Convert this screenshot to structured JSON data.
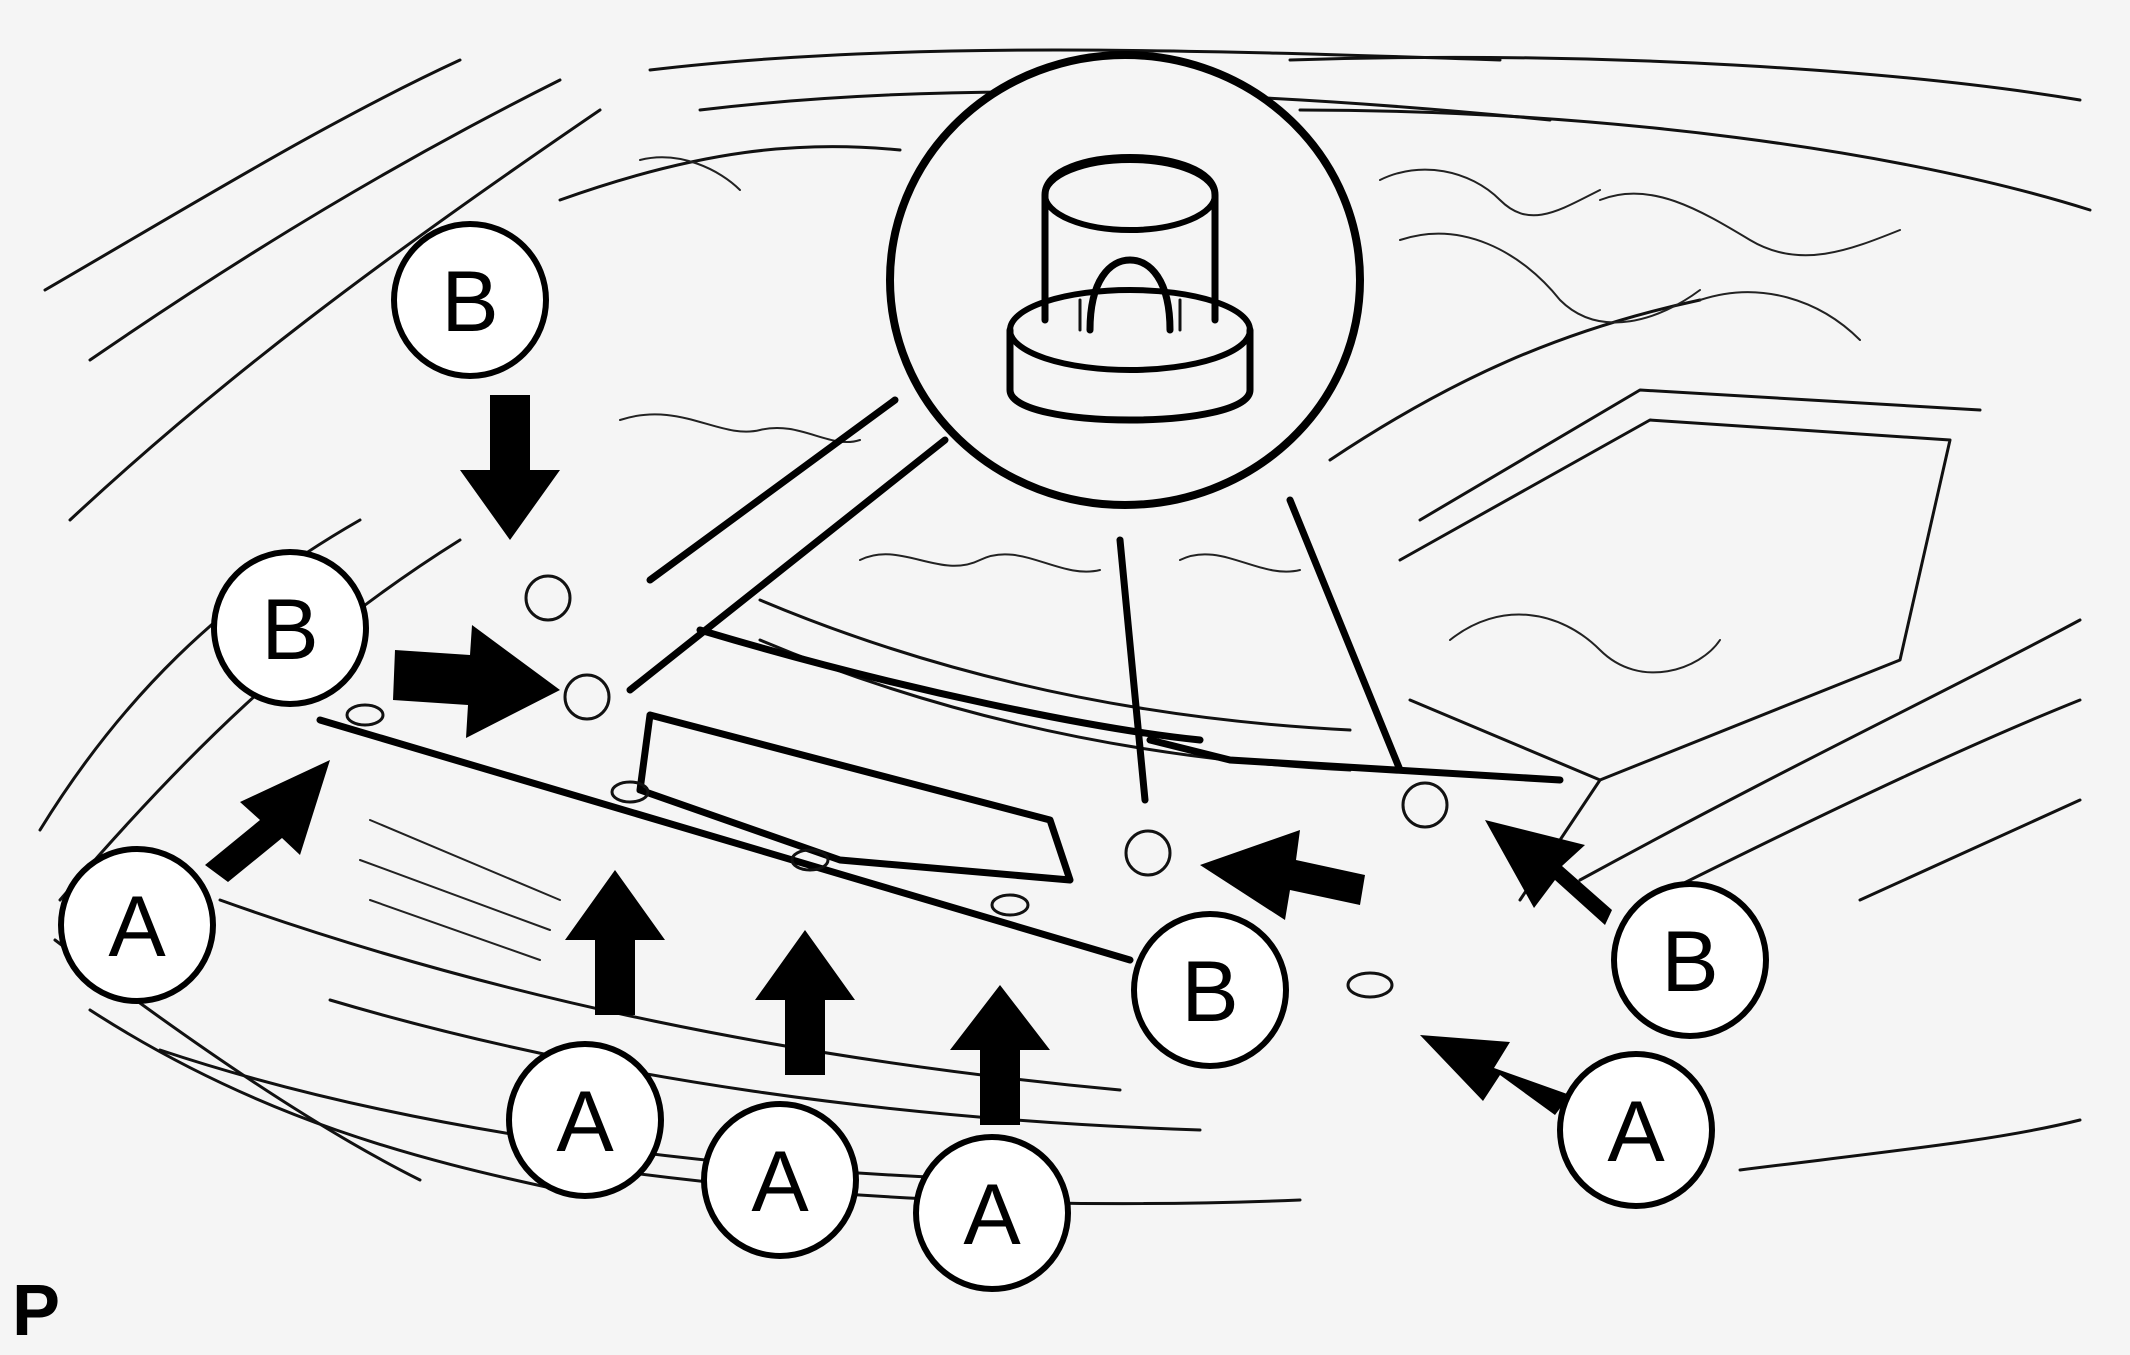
{
  "diagram": {
    "figure_id": "P",
    "callouts": [
      {
        "id": "B1",
        "label": "B"
      },
      {
        "id": "B2",
        "label": "B"
      },
      {
        "id": "B3",
        "label": "B"
      },
      {
        "id": "B4",
        "label": "B"
      },
      {
        "id": "A1",
        "label": "A"
      },
      {
        "id": "A2",
        "label": "A"
      },
      {
        "id": "A3",
        "label": "A"
      },
      {
        "id": "A4",
        "label": "A"
      },
      {
        "id": "A5",
        "label": "A"
      }
    ],
    "colors": {
      "background": "#f5f5f5",
      "ink": "#000000"
    }
  }
}
